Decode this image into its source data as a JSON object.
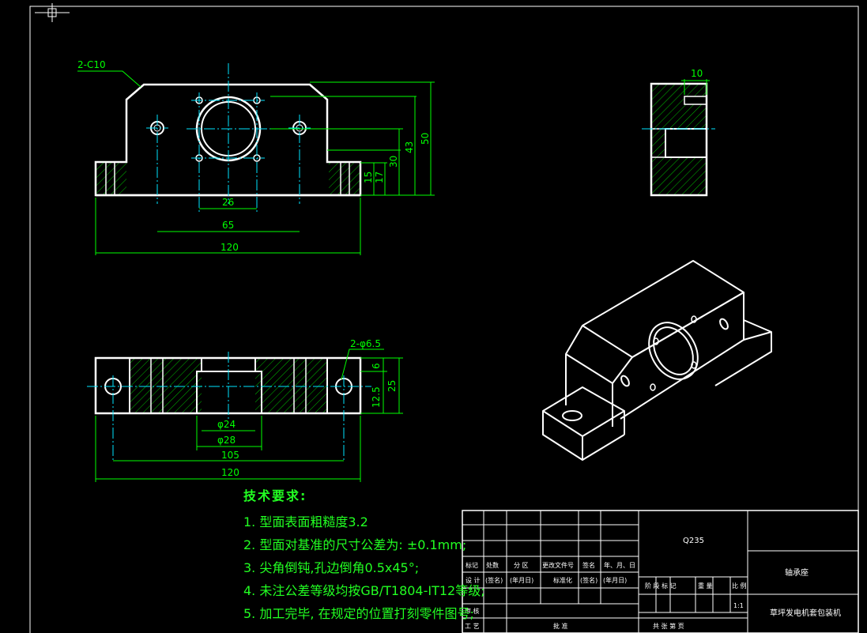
{
  "dimensions": {
    "chamfer_note": "2-C10",
    "d26": "26",
    "d65": "65",
    "d120_front": "120",
    "d15": "15",
    "d17": "17",
    "d30": "30",
    "d43": "43",
    "d50": "50",
    "d10": "10",
    "hole_note": "2-φ6.5",
    "d6": "6",
    "d25": "25",
    "d12_5": "12.5",
    "dia24": "φ24",
    "dia28": "φ28",
    "d105": "105",
    "d120_top": "120"
  },
  "technical_requirements": {
    "title": "技术要求:",
    "items": [
      "1. 型面表面粗糙度3.2",
      "2. 型面对基准的尺寸公差为: ±0.1mm;",
      "3. 尖角倒钝,孔边倒角0.5x45°;",
      "4. 未注公差等级均按GB/T1804-IT12等级;",
      "5. 加工完毕, 在规定的位置打刻零件图号;"
    ]
  },
  "title_block": {
    "material": "Q235",
    "part_name": "轴承座",
    "assembly_name": "草坪发电机套包装机",
    "row_headers": [
      "标记",
      "处数",
      "分 区",
      "更改文件号",
      "签名",
      "年、月、日"
    ],
    "design_row": [
      "设 计",
      "(签名)",
      "(年月日)",
      "标准化",
      "(签名)",
      "(年月日)"
    ],
    "stage_headers": [
      "阶 段 标 记",
      "重 量",
      "比 例"
    ],
    "scale": "1:1",
    "review": "审 核",
    "process": "工 艺",
    "approve": "批 准",
    "sheets": "共   张   第   页"
  },
  "colors": {
    "outline": "#ffffff",
    "dimension": "#00ff00",
    "centerline": "#00e5ff",
    "hatch": "#00cc00",
    "notes": "#22ff22",
    "background": "#000000"
  }
}
